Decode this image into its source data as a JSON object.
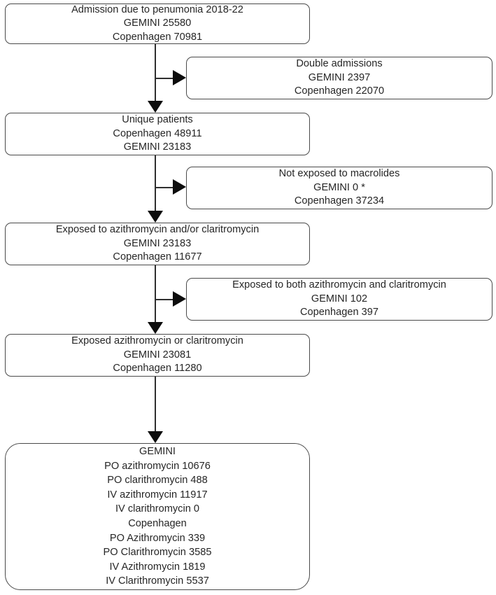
{
  "diagram": {
    "type": "flowchart",
    "description": "Patient inclusion flow for pneumonia admissions 2018-22 in GEMINI and Copenhagen cohorts",
    "colors": {
      "background": "#ffffff",
      "box_border": "#4a4a4a",
      "text": "#262626",
      "arrow": "#0d0d0d"
    }
  },
  "boxes": {
    "admission": {
      "lines": [
        "Admission due to penumonia 2018-22",
        "GEMINI 25580",
        "Copenhagen 70981"
      ]
    },
    "double_admissions": {
      "lines": [
        "Double admissions",
        "GEMINI 2397",
        "Copenhagen 22070"
      ]
    },
    "unique_patients": {
      "lines": [
        "Unique patients",
        "Copenhagen 48911",
        "GEMINI 23183"
      ]
    },
    "not_exposed": {
      "lines": [
        "Not exposed to macrolides",
        "GEMINI 0 *",
        "Copenhagen 37234"
      ]
    },
    "exposed_and_or": {
      "lines": [
        "Exposed to azithromycin and/or claritromycin",
        "GEMINI 23183",
        "Copenhagen 11677"
      ]
    },
    "exposed_both": {
      "lines": [
        "Exposed to both azithromycin and claritromycin",
        "GEMINI 102",
        "Copenhagen 397"
      ]
    },
    "exposed_or": {
      "lines": [
        "Exposed azithromycin or claritromycin",
        "GEMINI 23081",
        "Copenhagen 11280"
      ]
    },
    "final_breakdown": {
      "lines": [
        "GEMINI",
        "PO azithromycin 10676",
        "PO clarithromycin 488",
        "IV azithromycin 11917",
        "IV clarithromycin 0",
        "Copenhagen",
        "PO Azithromycin 339",
        "PO Clarithromycin 3585",
        "IV Azithromycin 1819",
        "IV Clarithromycin 5537"
      ]
    }
  }
}
